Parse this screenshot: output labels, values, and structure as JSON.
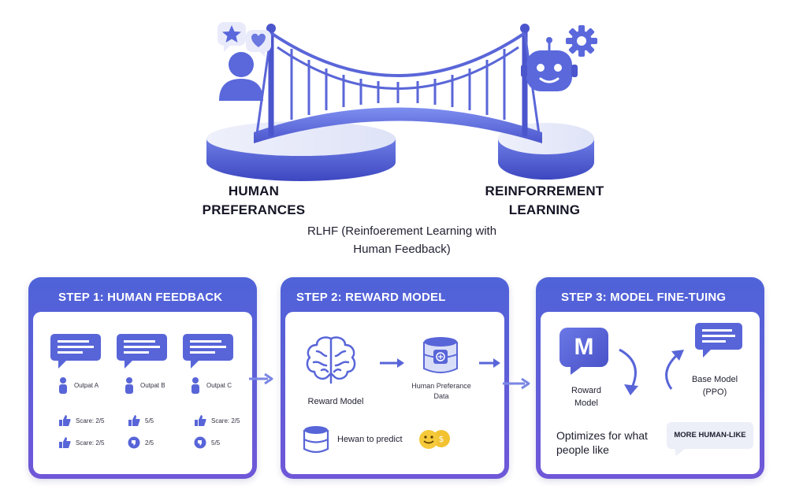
{
  "hero": {
    "left_label_line1": "HUMAN",
    "left_label_line2": "PREFERANCES",
    "right_label_line1": "REINFORREMENT",
    "right_label_line2": "LEARNING",
    "caption_line1": "RLHF (Reinfoerement Learning with",
    "caption_line2": "Human Feedback)"
  },
  "step1": {
    "title": "STEP 1: HUMAN FEEDBACK",
    "outputs": [
      "Outpat A",
      "Outpat B",
      "Outpat C"
    ],
    "scores_row1": [
      "Scare: 2/5",
      "5/5",
      "Scare: 2/5"
    ],
    "scores_row2": [
      "Scare: 2/5",
      "2/5",
      "5/5"
    ]
  },
  "step2": {
    "title": "STEP 2: REWARD MODEL TRAINING",
    "reward_model": "Reward Model",
    "data_line1": "Human Preferance",
    "data_line2": "Data",
    "predict": "Hewan to predict"
  },
  "step3": {
    "title": "STEP 3: MODEL FINE-TUING",
    "model_line1": "Roward",
    "model_line2": "Model",
    "base_line1": "Base Model",
    "base_line2": "(PPO)",
    "optimizes_line1": "Optimizes for what",
    "optimizes_line2": "people like",
    "badge": "MORE HUMAN-LIKE",
    "m_letter": "M"
  },
  "colors": {
    "accent": "#5865d8",
    "accent_dark": "#4a4fc8",
    "accent_light": "#8fa0f0",
    "gold": "#f2c230"
  }
}
